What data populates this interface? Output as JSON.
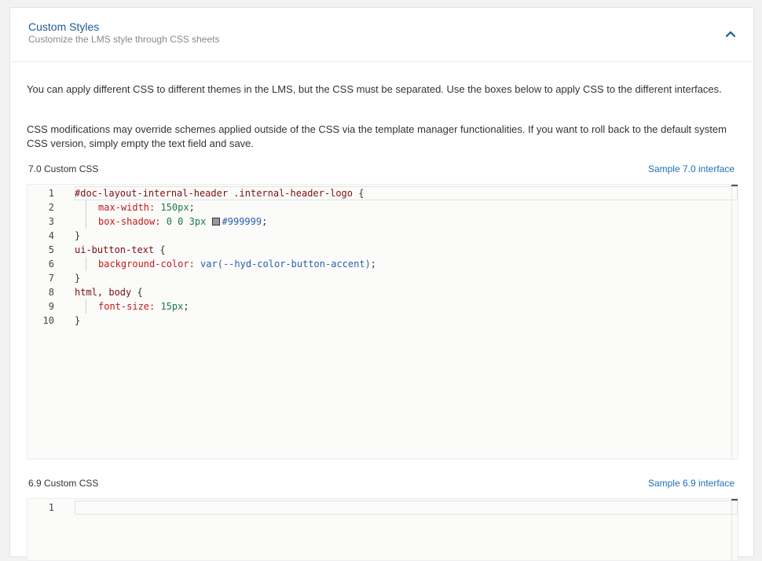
{
  "header": {
    "title": "Custom Styles",
    "subtitle": "Customize the LMS style through CSS sheets",
    "collapse_icon": "chevron-up-icon"
  },
  "intro": {
    "paragraph1": "You can apply different CSS to different themes in the LMS, but the CSS must be separated. Use the boxes below to apply CSS to the different interfaces.",
    "paragraph2": "CSS modifications may override schemes applied outside of the CSS via the template manager functionalities. If you want to roll back to the default system CSS version, simply empty the text field and save."
  },
  "sections": [
    {
      "label": "7.0 Custom CSS",
      "link": "Sample 7.0 interface",
      "line_numbers": [
        "1",
        "2",
        "3",
        "4",
        "5",
        "6",
        "7",
        "8",
        "9",
        "10"
      ],
      "code": {
        "l1_selector": "#doc-layout-internal-header .internal-header-logo",
        "l1_brace": " {",
        "l2_prop": "max-width:",
        "l2_value": " 150px",
        "l2_semi": ";",
        "l3_prop": "box-shadow:",
        "l3_value": " 0 0 3px ",
        "l3_color": "#999999",
        "l3_semi": ";",
        "l4": "}",
        "l5_selector": "ui-button-text",
        "l5_brace": " {",
        "l6_prop": "background-color:",
        "l6_value": " var(--hyd-color-button-accent)",
        "l6_semi": ";",
        "l7": "}",
        "l8_selector": "html, body",
        "l8_brace": " {",
        "l9_prop": "font-size:",
        "l9_value": " 15px",
        "l9_semi": ";",
        "l10": "}"
      }
    },
    {
      "label": "6.9 Custom CSS",
      "link": "Sample 6.9 interface",
      "line_numbers": [
        "1"
      ]
    }
  ],
  "colors": {
    "title": "#1f5b96",
    "link": "#1f6fb8",
    "css_selector": "#7a1010",
    "css_property": "#c41a16",
    "css_value": "#1a7a4a",
    "css_function": "#2a5fa8",
    "swatch": "#999999"
  }
}
